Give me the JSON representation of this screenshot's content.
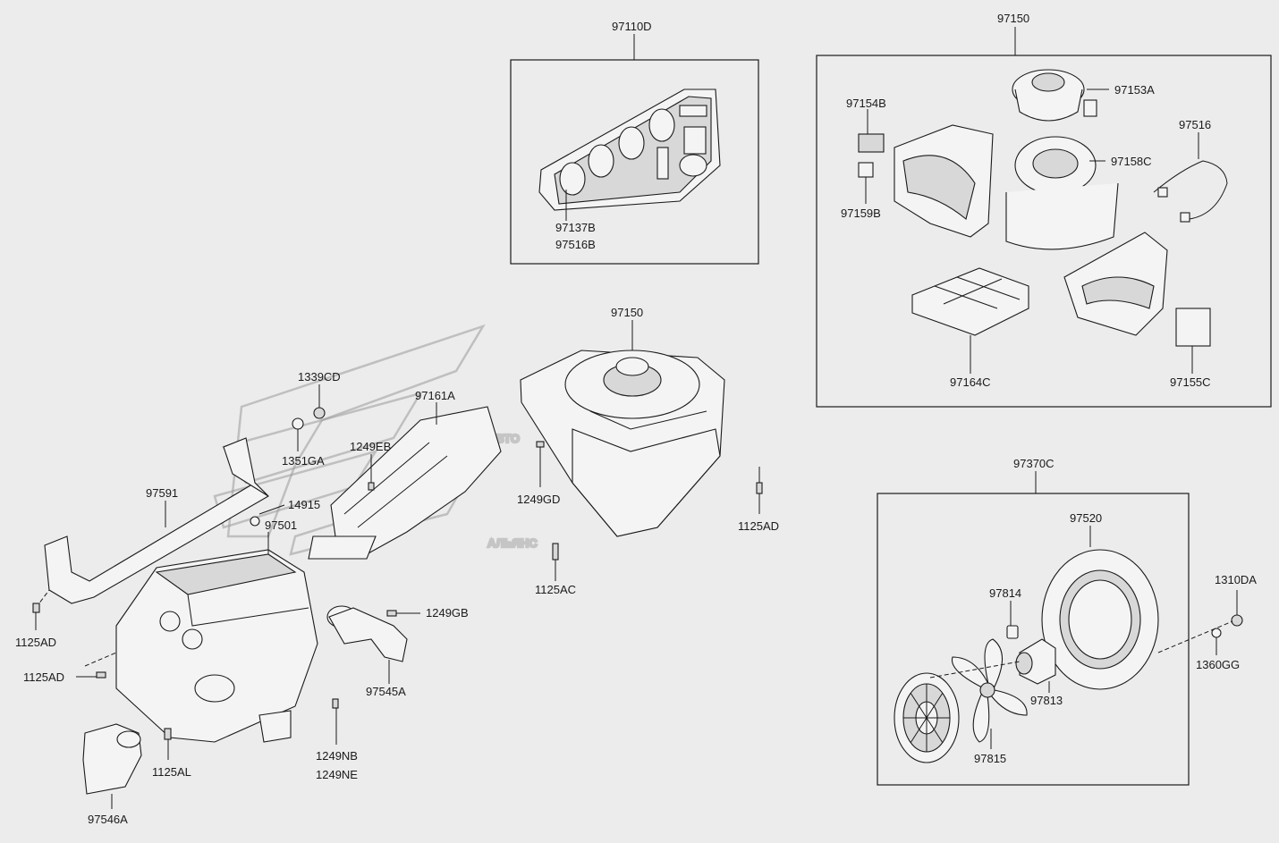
{
  "watermark": {
    "line1": "АВТО",
    "line2": "АЛЬЯНС"
  },
  "labels": {
    "97110D": "97110D",
    "97137B": "97137B",
    "97516B": "97516B",
    "97150_box": "97150",
    "97154B": "97154B",
    "97153A": "97153A",
    "97158C": "97158C",
    "97516": "97516",
    "97159B": "97159B",
    "97164C": "97164C",
    "97155C": "97155C",
    "97150_main": "97150",
    "1339CD": "1339CD",
    "97161A": "97161A",
    "1249EB": "1249EB",
    "1351GA": "1351GA",
    "1249GD": "1249GD",
    "1125AD_right": "1125AD",
    "97591": "97591",
    "14915": "14915",
    "97501": "97501",
    "1125AC": "1125AC",
    "1125AD_left1": "1125AD",
    "1125AD_left2": "1125AD",
    "1249GB": "1249GB",
    "97545A": "97545A",
    "1249NB": "1249NB",
    "1249NE": "1249NE",
    "1125AL": "1125AL",
    "97546A": "97546A",
    "97370C": "97370C",
    "97520": "97520",
    "1310DA": "1310DA",
    "97814": "97814",
    "1360GG": "1360GG",
    "97813": "97813",
    "97815": "97815"
  }
}
